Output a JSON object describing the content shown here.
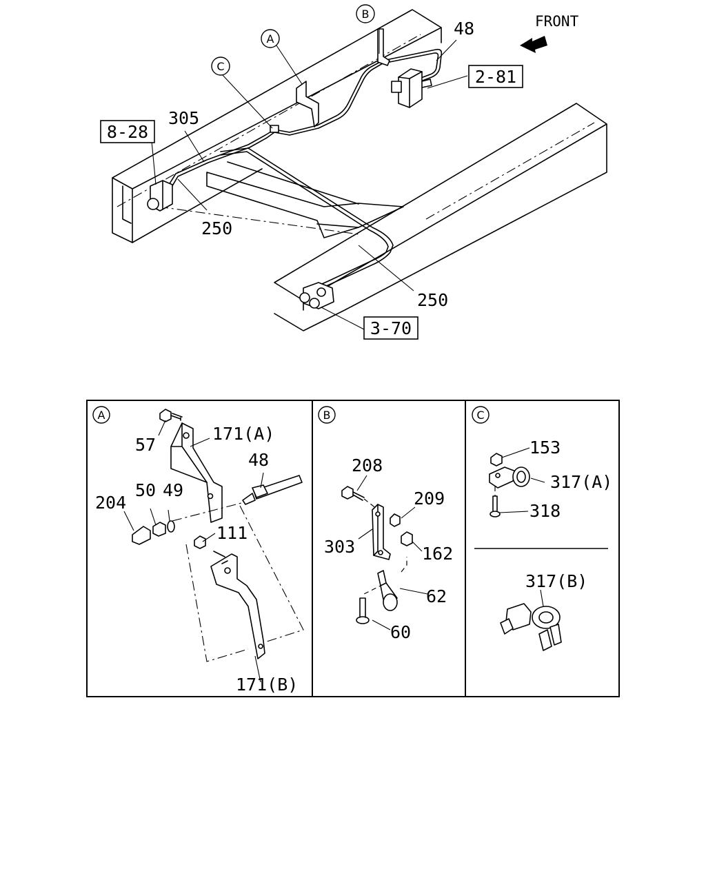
{
  "front_label": "FRONT",
  "overview": {
    "callouts": {
      "a": "A",
      "b": "B",
      "c": "C"
    },
    "part_numbers": {
      "p48": "48",
      "p305": "305",
      "p250_left": "250",
      "p250_right": "250"
    },
    "page_refs": {
      "ref_2_81": "2-81",
      "ref_8_28": "8-28",
      "ref_3_70": "3-70"
    }
  },
  "details": {
    "panel_a": {
      "badge": "A",
      "parts": {
        "p57": "57",
        "p171a": "171(A)",
        "p48": "48",
        "p204": "204",
        "p50": "50",
        "p49": "49",
        "p111": "111",
        "p171b": "171(B)"
      }
    },
    "panel_b": {
      "badge": "B",
      "parts": {
        "p208": "208",
        "p209": "209",
        "p303": "303",
        "p162": "162",
        "p62": "62",
        "p60": "60"
      }
    },
    "panel_c": {
      "badge": "C",
      "parts": {
        "p153": "153",
        "p317a": "317(A)",
        "p318": "318",
        "p317b": "317(B)"
      }
    }
  }
}
